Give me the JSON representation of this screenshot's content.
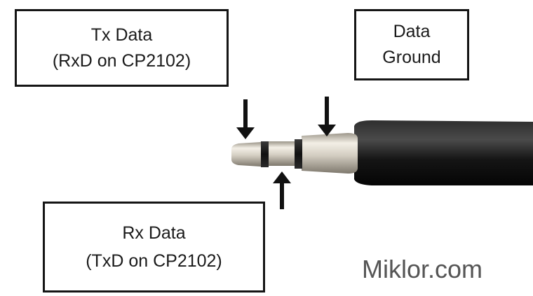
{
  "labels": {
    "tx": {
      "line1": "Tx Data",
      "line2": "(RxD on CP2102)"
    },
    "ground": {
      "line1": "Data",
      "line2": "Ground"
    },
    "rx": {
      "line1": "Rx Data",
      "line2": "(TxD on CP2102)"
    }
  },
  "watermark": "Miklor.com",
  "colors": {
    "border": "#151515",
    "plug_metal": "#c9c3b8",
    "plug_shadow": "#8a8478",
    "insulator_ring": "#1f1f1f",
    "cable": "#141414",
    "arrow": "#111111",
    "watermark": "#555555"
  },
  "icons": [
    "down-arrow-icon",
    "up-arrow-icon",
    "audio-jack-plug-icon"
  ]
}
